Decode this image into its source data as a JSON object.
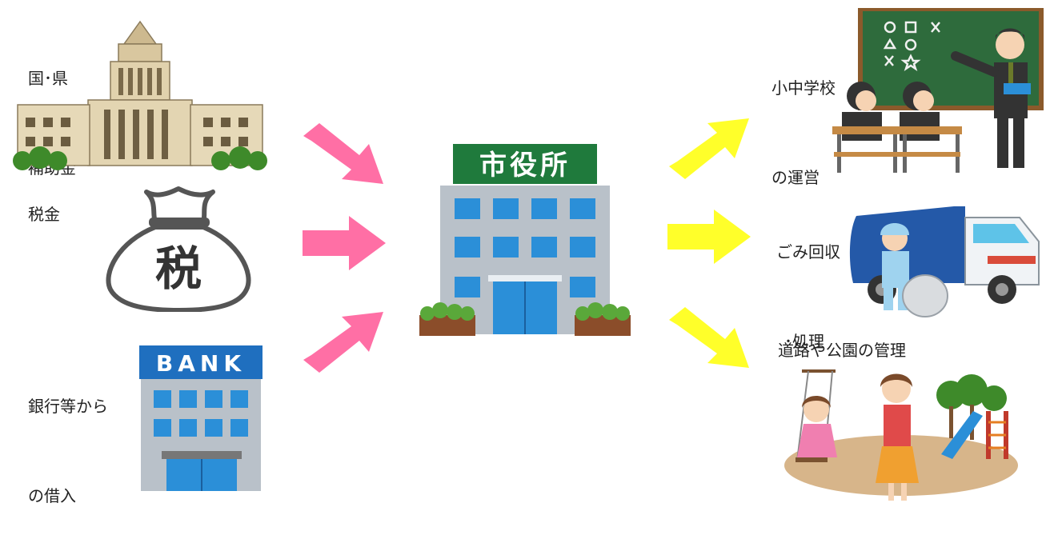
{
  "sources": {
    "government": {
      "label_line1": "国･県",
      "label_line2": "補助金"
    },
    "tax": {
      "label": "税金",
      "bag_text": "税"
    },
    "bank": {
      "label_line1": "銀行等から",
      "label_line2": "の借入",
      "sign_text": "BANK"
    }
  },
  "center": {
    "sign_text": "市役所"
  },
  "uses": {
    "school": {
      "label_line1": "小中学校",
      "label_line2": "の運営"
    },
    "garbage": {
      "label_line1": "ごみ回収",
      "label_line2": "･処理"
    },
    "parks": {
      "label": "道路や公園の管理"
    }
  },
  "colors": {
    "income_arrow": "#ff6fa5",
    "expense_arrow": "#ffff2a",
    "city_hall_sign": "#1f7a3c",
    "bank_sign": "#1f6fbf",
    "blackboard": "#2e6b3c"
  }
}
